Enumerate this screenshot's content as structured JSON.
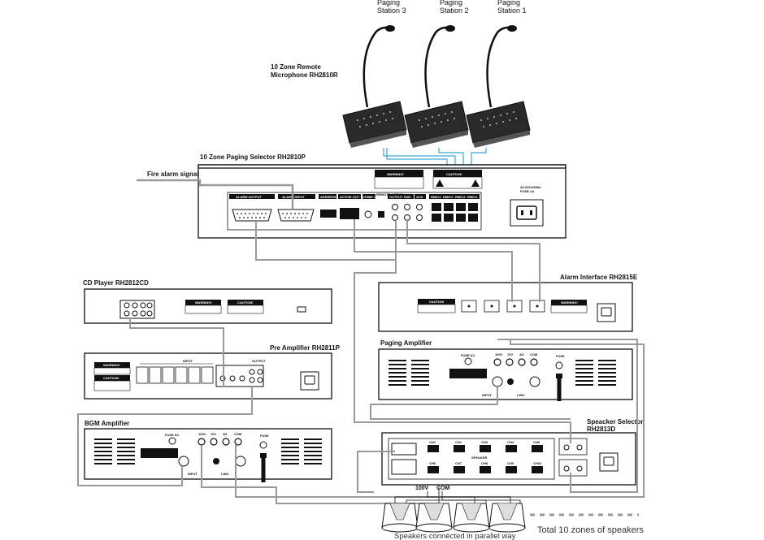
{
  "paging_stations": [
    {
      "label": "Paging\nStation 3"
    },
    {
      "label": "Paging\nStation 2"
    },
    {
      "label": "Paging\nStation 1"
    }
  ],
  "remote_mic": {
    "title_line1": "10 Zone Remote",
    "title_line2": "Microphone RH2810R"
  },
  "paging_selector": {
    "title": "10 Zone Paging Selector RH2810P",
    "fire_alarm_label": "Fire alarm signal",
    "ports": [
      "ALARM OUTPUT",
      "ALARM INPUT",
      "ADDRESS",
      "ACTIVE OUT",
      "CHIME VOL",
      "REMOTE ACTIVE",
      "OUTPUT",
      "EMC",
      "AUX",
      "RMIC4",
      "RMIC3",
      "RMIC2",
      "RMIC1"
    ],
    "warning": "WARNING!",
    "caution": "CAUTION!",
    "power_label": "AC220V/50Hz\nFUSE:1A"
  },
  "cd_player": {
    "title": "CD Player RH2812CD",
    "warning": "WARNING!",
    "caution": "CAUTION!"
  },
  "pre_amplifier": {
    "title": "Pre Amplifier RH2811P",
    "input_label": "INPUT",
    "output_label": "OUTPUT",
    "warning": "WARNING!",
    "caution": "CAUTION!"
  },
  "alarm_interface": {
    "title": "Alarm Interface RH2815E",
    "caution": "CAUTION",
    "warning": "WARNING!"
  },
  "paging_amplifier": {
    "title": "Paging Amplifier",
    "taps": [
      "100V",
      "70V",
      "4Ω",
      "COM"
    ],
    "input_label": "INPUT",
    "link_label": "LINK",
    "fuse_label": "FUSE",
    "fuse_ac": "FUSE AC"
  },
  "bgm_amplifier": {
    "title": "BGM Amplifier",
    "taps": [
      "100V",
      "70V",
      "4Ω",
      "COM"
    ],
    "input_label": "INPUT",
    "link_label": "LINK",
    "fuse_label": "FUSE",
    "fuse_ac": "FUSE AC"
  },
  "speaker_selector": {
    "title_line1": "Speacker Selector",
    "title_line2": "RH2813D",
    "speaker_label": "SPEAKER",
    "channels_top": [
      "CH1",
      "CH2",
      "CH3",
      "CH4",
      "CH5"
    ],
    "channels_bottom": [
      "CH6",
      "CH7",
      "CH8",
      "CH9",
      "CH10"
    ]
  },
  "speakers": {
    "v100": "100V",
    "com": "COM",
    "caption": "Speakers connected in parallel way",
    "total_label": "Total 10 zones of speakers"
  }
}
